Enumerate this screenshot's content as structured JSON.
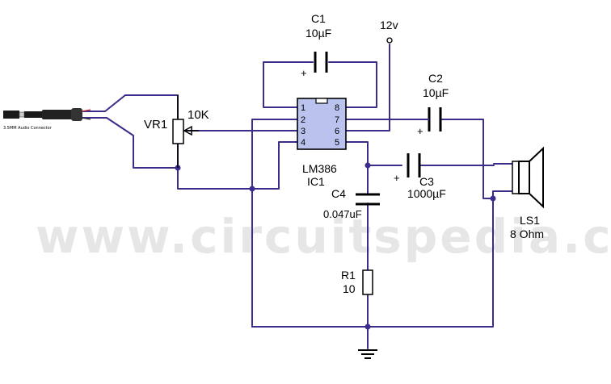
{
  "watermark": "www.circuitspedia.com",
  "colors": {
    "wire": "#3a2d8c",
    "component": "#000000",
    "ic_fill": "#b9c3ee",
    "watermark": "#e6e6e6"
  },
  "connector": {
    "label": "3.5MM Audio Connector",
    "icon": "audio-jack-icon"
  },
  "vr1": {
    "ref": "VR1",
    "value": "10K"
  },
  "c1": {
    "ref": "C1",
    "value": "10µF",
    "polarity": "+"
  },
  "c2": {
    "ref": "C2",
    "value": "10µF",
    "polarity": "+"
  },
  "c3": {
    "ref": "C3",
    "value": "1000µF",
    "polarity": "+"
  },
  "c4": {
    "ref": "C4",
    "value": "0.047uF"
  },
  "r1": {
    "ref": "R1",
    "value": "10"
  },
  "ic1": {
    "part": "LM386",
    "ref": "IC1",
    "pins_left": [
      "1",
      "2",
      "3",
      "4"
    ],
    "pins_right": [
      "8",
      "7",
      "6",
      "5"
    ]
  },
  "supply": {
    "label": "12v"
  },
  "ls1": {
    "ref": "LS1",
    "value": "8 Ohm",
    "icon": "speaker-icon"
  },
  "ground": {
    "icon": "ground-icon"
  }
}
